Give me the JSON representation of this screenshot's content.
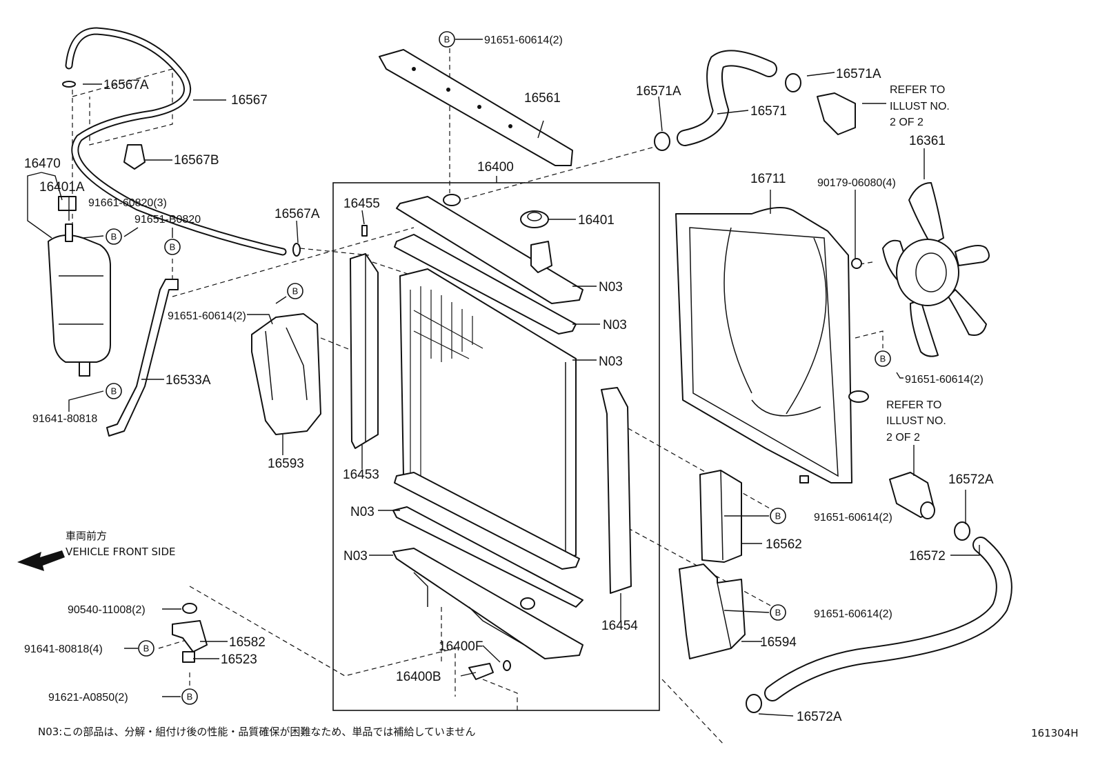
{
  "labels": {
    "p91651_60614_2_top": "91651-60614(2)",
    "p16561": "16561",
    "p16567A_top": "16567A",
    "p16567": "16567",
    "p16567B": "16567B",
    "p16470": "16470",
    "p16401A": "16401A",
    "p91661_60820_3": "91661-60820(3)",
    "p91651_B0820": "91651-B0820",
    "p16567A_mid": "16567A",
    "p16455": "16455",
    "p16400": "16400",
    "p16401": "16401",
    "p16571A_left": "16571A",
    "p16571": "16571",
    "p16571A_right": "16571A",
    "refer_top_1": "REFER TO",
    "refer_top_2": "ILLUST NO.",
    "refer_top_3": "2 OF 2",
    "p16361": "16361",
    "p16711": "16711",
    "p90179_06080_4": "90179-06080(4)",
    "n03_1": "N03",
    "n03_2": "N03",
    "n03_3": "N03",
    "p91651_60614_2_left": "91651-60614(2)",
    "p16533A": "16533A",
    "p91641_80818": "91641-80818",
    "p16593": "16593",
    "p16453": "16453",
    "p91651_60614_2_fan": "91651-60614(2)",
    "refer_bot_1": "REFER TO",
    "refer_bot_2": "ILLUST NO.",
    "refer_bot_3": "2 OF 2",
    "p16572A_right": "16572A",
    "n03_4": "N03",
    "n03_5": "N03",
    "p91651_60614_2_mid": "91651-60614(2)",
    "p16562": "16562",
    "p16572": "16572",
    "front_jp": "車両前方",
    "front_en": "VEHICLE FRONT SIDE",
    "p90540_11008_2": "90540-11008(2)",
    "p91641_80818_4": "91641-80818(4)",
    "p16582": "16582",
    "p16523": "16523",
    "p91621_A0850_2": "91621-A0850(2)",
    "p16400F": "16400F",
    "p16400B": "16400B",
    "p16454": "16454",
    "p91651_60614_2_low": "91651-60614(2)",
    "p16594": "16594",
    "p16572A_bottom": "16572A",
    "footnote": "N03:この部品は、分解・組付け後の性能・品質確保が困難なため、単品では補給していません",
    "diagram_id": "161304H"
  },
  "bolt_marker": "B"
}
